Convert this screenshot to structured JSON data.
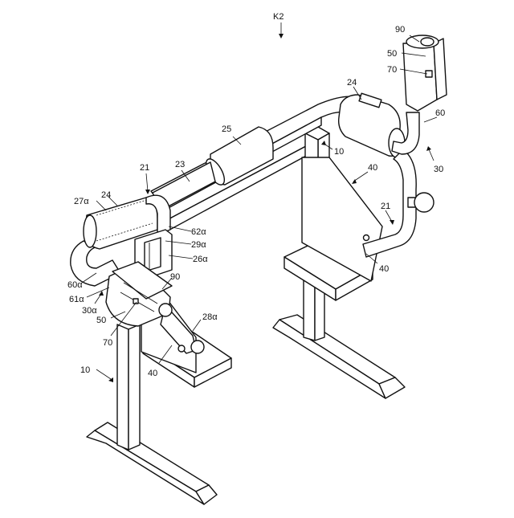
{
  "figure": {
    "title": "K2",
    "labels": {
      "l90_top": "90",
      "l50_top": "50",
      "l70_top": "70",
      "l24_right": "24",
      "l60": "60",
      "l30": "30",
      "l25": "25",
      "l10_right": "10",
      "l40_right_top": "40",
      "l21_right": "21",
      "l40_right_bottom": "40",
      "l21_left": "21",
      "l23": "23",
      "l27a": "27α",
      "l24_left": "24",
      "l62a": "62α",
      "l29a": "29α",
      "l26a": "26α",
      "l60a": "60α",
      "l61a": "61α",
      "l30a": "30α",
      "l90_left": "90",
      "l50_left": "50",
      "l28a": "28α",
      "l70_left": "70",
      "l40_left": "40",
      "l10_left": "10"
    }
  },
  "colors": {
    "line": "#111111",
    "background": "#ffffff",
    "part_fill": "#ffffff"
  }
}
